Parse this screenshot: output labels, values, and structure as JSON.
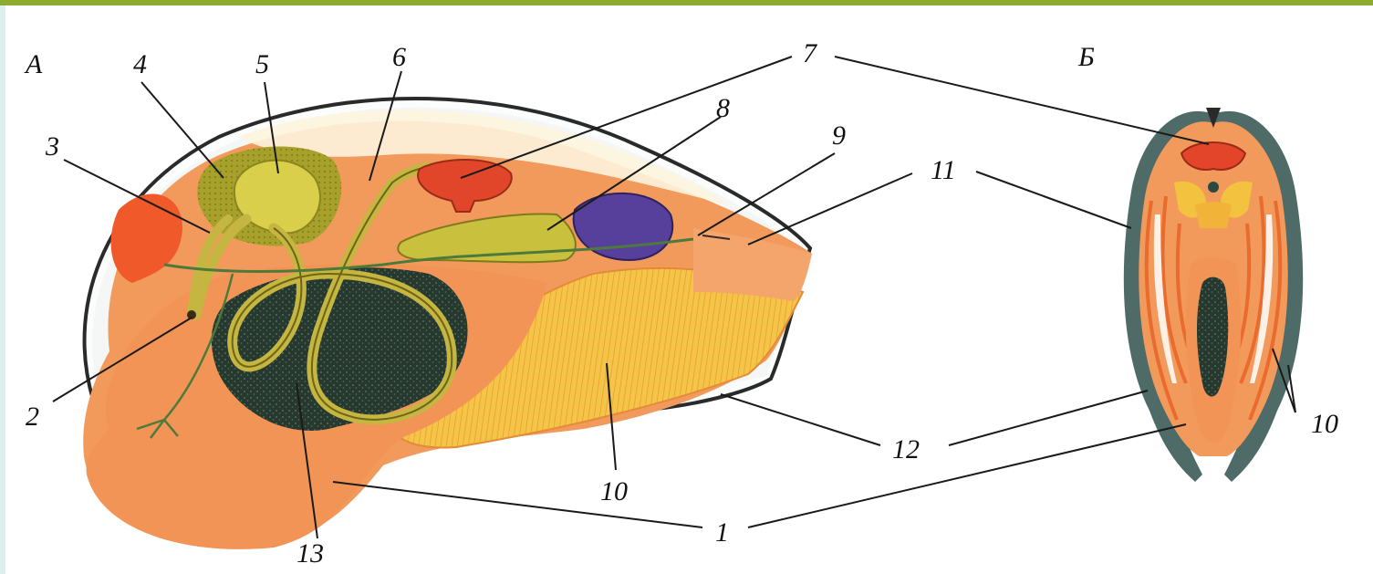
{
  "panels": {
    "left": "А",
    "right": "Б"
  },
  "labels": {
    "n1": "1",
    "n2": "2",
    "n3": "3",
    "n4": "4",
    "n5": "5",
    "n6": "6",
    "n7": "7",
    "n8": "8",
    "n9": "9",
    "n10_left": "10",
    "n10_right": "10",
    "n11": "11",
    "n12": "12",
    "n13": "13"
  },
  "colors": {
    "mantle": "#f0925a",
    "mantle_dark": "#e07a40",
    "gills": "#f2c240",
    "heart": "#e0452a",
    "kidney": "#5a3f9a",
    "ganglion": "#c8c43a",
    "liver": "#26382e",
    "shell_rim": "#4e6a66",
    "accent_bar": "#8dac2f"
  }
}
